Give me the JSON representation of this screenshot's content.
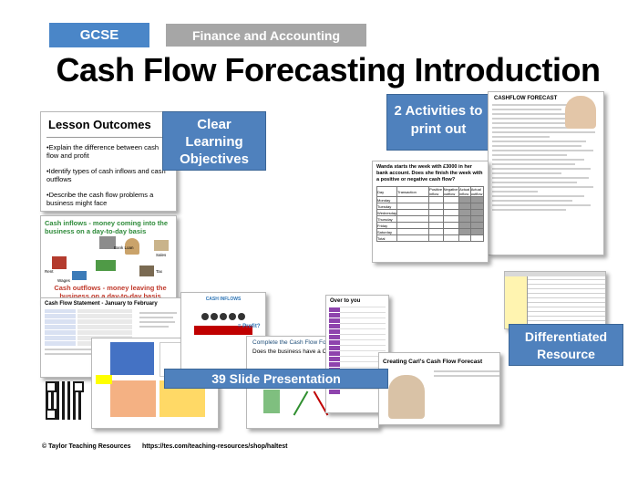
{
  "tags": {
    "gcse": "GCSE",
    "subject": "Finance and Accounting"
  },
  "title": "Cash Flow Forecasting Introduction",
  "callouts": {
    "clear_objectives": "Clear Learning Objectives",
    "activities": "2 Activities to print out",
    "differentiated": "Differentiated Resource",
    "presentation": "39 Slide Presentation"
  },
  "lesson_outcomes": {
    "heading": "Lesson Outcomes",
    "items": [
      "•Explain the difference between cash flow and profit",
      "•Identify types of cash inflows and cash outflows",
      "•Describe the cash flow problems a business might face"
    ]
  },
  "inflows_slide": {
    "top": "Cash inflows - money coming into the business on a day-to-day basis",
    "bottom": "Cash outflows - money leaving the business on a day-to-day basis",
    "labels": [
      "Bank Loan",
      "Sales",
      "Rent",
      "Wages",
      "Tax"
    ]
  },
  "worksheet": {
    "question": "Wanda starts the week with £3000 in her bank account. Does she finish the week with a positive or negative cash flow?",
    "headers": [
      "Day",
      "Transaction",
      "Positive inflow",
      "Negative outflow",
      "Actual inflow",
      "Actual outflow"
    ],
    "days": [
      "Monday",
      "Tuesday",
      "Wednesday",
      "Thursday",
      "Friday",
      "Saturday",
      "Total"
    ]
  },
  "forecast_doc": {
    "title": "CASHFLOW FORECAST"
  },
  "statement_slide": {
    "title": "Cash Flow Statement - January to February"
  },
  "cash_inflows_slide": {
    "label": "CASH INFLOWS",
    "profit": "= Profit?"
  },
  "complete_slide": {
    "title": "Complete the Cash Flow Forecast",
    "question": "Does the business have a Cash flow?"
  },
  "over_slide": {
    "title": "Over to you"
  },
  "carl_slide": {
    "title": "Creating Carl's Cash Flow Forecast"
  },
  "footer": {
    "copyright": "© Taylor Teaching Resources",
    "url": "https://tes.com/teaching-resources/shop/haltest"
  },
  "colors": {
    "tag_blue": "#4a86c8",
    "tag_grey": "#a6a6a6",
    "callout_blue": "#4f81bd"
  }
}
